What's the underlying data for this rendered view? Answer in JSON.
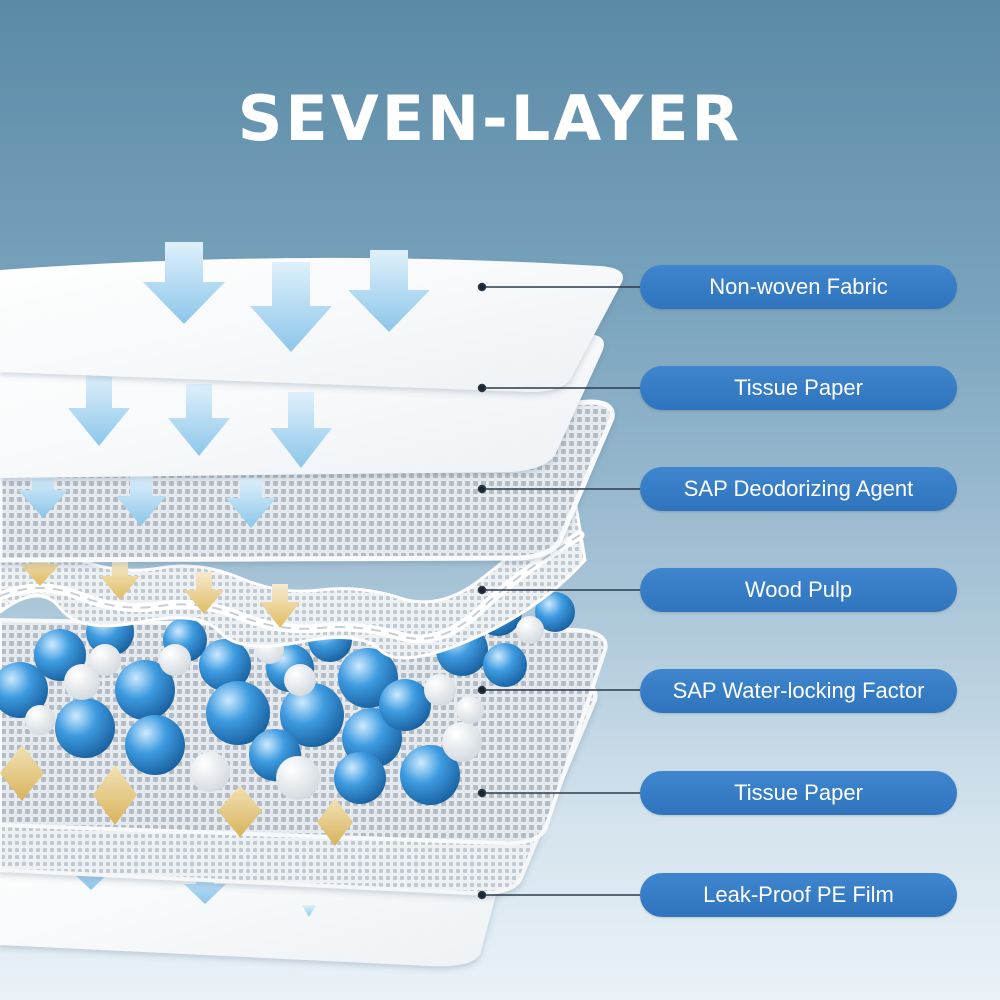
{
  "title": "SEVEN-LAYER",
  "colors": {
    "pill": "#2f74bd",
    "sap_blue": "#2d8bd6",
    "arrow_blue": "#9fd0ee",
    "arrow_gold": "#e6c878"
  },
  "layers": [
    {
      "label": "Non-woven Fabric",
      "icon": "down-arrow-icon"
    },
    {
      "label": "Tissue Paper",
      "icon": "down-arrow-icon"
    },
    {
      "label": "SAP Deodorizing Agent",
      "icon": "down-arrow-icon"
    },
    {
      "label": "Wood Pulp",
      "icon": "gold-arrow-icon"
    },
    {
      "label": "SAP Water-locking Factor",
      "icon": "sap-bead-icon"
    },
    {
      "label": "Tissue Paper",
      "icon": "gold-diamond-icon"
    },
    {
      "label": "Leak-Proof PE Film",
      "icon": "down-arrow-icon"
    }
  ]
}
